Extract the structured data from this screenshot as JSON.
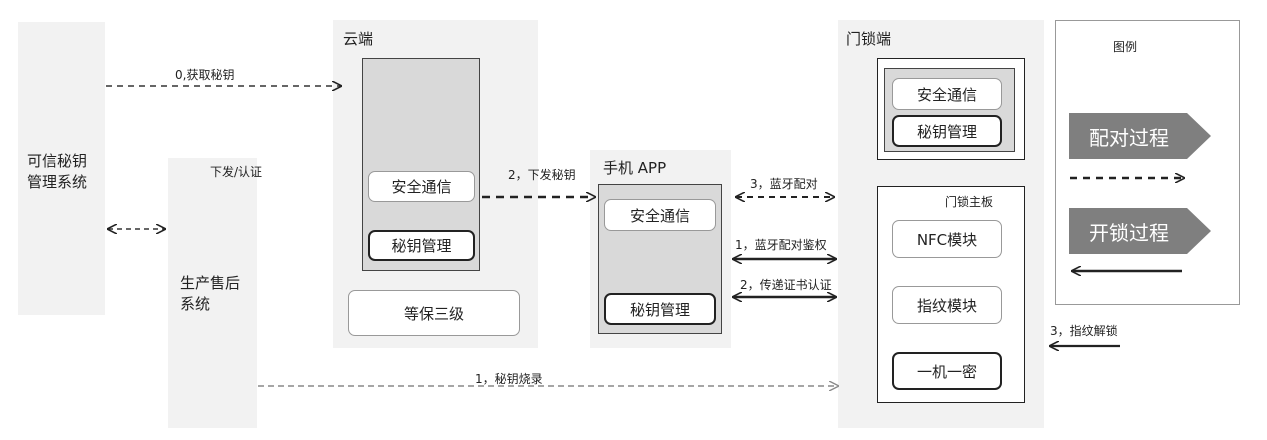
{
  "trusted_key_system": {
    "title_line1": "可信秘钥",
    "title_line2": "管理系统"
  },
  "production_system": {
    "title_line1": "生产售后",
    "title_line2": "系统",
    "top_label": "下发/认证"
  },
  "cloud": {
    "title": "云端",
    "secure_comm": "安全通信",
    "key_mgmt": "秘钥管理",
    "level3": "等保三级"
  },
  "phone_app": {
    "title": "手机 APP",
    "secure_comm": "安全通信",
    "key_mgmt": "秘钥管理"
  },
  "door_lock": {
    "title": "门锁端",
    "secure_comm": "安全通信",
    "key_mgmt": "秘钥管理",
    "mainboard_title": "门锁主板",
    "nfc": "NFC模块",
    "fingerprint": "指纹模块",
    "one_key": "一机一密"
  },
  "legend": {
    "title": "图例",
    "pairing": "配对过程",
    "unlocking": "开锁过程"
  },
  "arrows": {
    "get_key": "0,获取秘钥",
    "issue_key": "2，下发秘钥",
    "bt_pair": "3，蓝牙配对",
    "bt_pair_auth": "1，蓝牙配对鉴权",
    "cert_auth": "2，传递证书认证",
    "burn_key": "1，秘钥烧录",
    "fingerprint_unlock": "3，指纹解锁"
  },
  "colors": {
    "panel": "#f2f2f2",
    "inner": "#d9d9d9",
    "legend_tag": "#7f7f7f"
  }
}
